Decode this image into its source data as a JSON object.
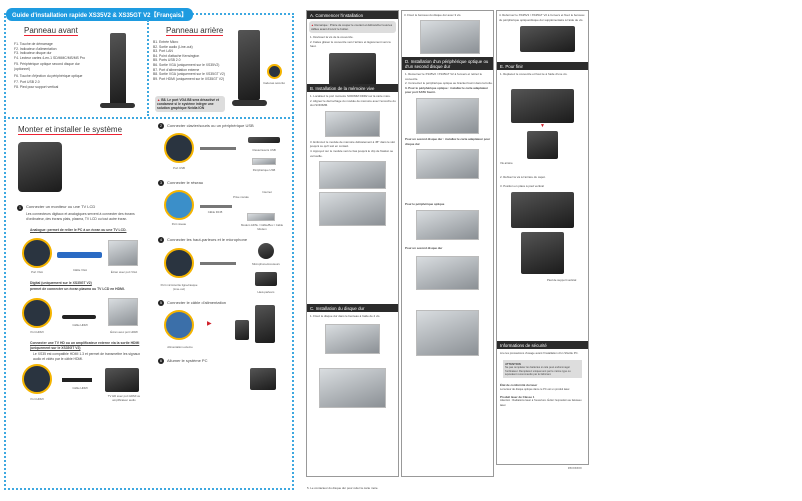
{
  "left": {
    "title": "Guide d'installation rapide XS35V2 & XS35GT V2【Français】",
    "front": {
      "heading": "Panneau avant",
      "items": [
        "F1. Touche de démarrage",
        "F2. Indicateur d'alimentation",
        "F3. Indicateur disque dur",
        "F4. Lecteur cartes 4-en-1 SD/MMC/MS/MS Pro",
        "F5. Périphérique optique second disque dur (optionnel)",
        "F6. Touche d'éjection du périphérique optique",
        "F7. Port USB 2.0",
        "F8. Pied pour support vertical"
      ]
    },
    "rear": {
      "heading": "Panneau arrière",
      "items": [
        "B1. Entrée Micro",
        "B2. Sortie audio (Line-out)",
        "B3. Port LAN",
        "B4. Point d'attache Kensington",
        "B5. Ports USB 2.0",
        "B6. Sortie VGA (uniquement sur le XS35V2)",
        "B7. Port d'alimentation externe",
        "B8. Sortie VGA (uniquement sur le XS35GT V2)",
        "B9. Port HDMI (uniquement sur le XS35GT V2)"
      ],
      "warning": "B8. Le port VGA B8 sera désactivé et condamné si le système intègre une solution graphique Nvidia ION",
      "lock_caption": "Cadenas sécurité"
    },
    "mount": {
      "heading": "Monter et installer le système",
      "step1": {
        "num": "1",
        "title": "Connecter un moniteur ou une TV LCD",
        "text": "Les connecteurs digitaux et analogiques servent à connecter des écrans d'ordinateur, des écrans plats, plasma, TV LCD ou tout autre écran.",
        "analog": "Analogue: permet de relier le PC à un écran ou une TV LCD.",
        "analog_caps": [
          "Port VGA",
          "Câble VGA",
          "Écran avec port VGA"
        ],
        "digital": "Digital (uniquement sur le XS35GT V2)",
        "digital_sub": "permet de connecter un écran plasma ou TV LCD en HDMI.",
        "digital_caps": [
          "Port HDMI",
          "Câble HDMI",
          "Écran avec port HDMI"
        ],
        "tv": "Connecter une TV HD ou un amplificateur externe via la sortie HDMI (uniquement sur le XS35GT V2)",
        "tv_text": "Le XS35 est compatible HDMI 1.3 et permet de transmettre les signaux audio et vidéo par le câble HDMI.",
        "tv_caps": [
          "Port HDMI",
          "Câble HDMI",
          "TV HD avec port HDMI ou amplificateur audio"
        ]
      },
      "step2": {
        "num": "2",
        "title": "Connecter clavier/souris ou un périphérique USB",
        "caps": [
          "Port USB",
          "Clavier/souris USB",
          "Périphérique USB"
        ]
      },
      "step3": {
        "num": "3",
        "title": "Connecter le réseau",
        "caps": [
          "Port réseau",
          "Câble RJ45",
          "Prise murale",
          "Internet",
          "Modem ADSL / Câble/Box / Cable Modem"
        ]
      },
      "step4": {
        "num": "4",
        "title": "Connecter les haut-parleurs et le microphone",
        "caps": [
          "Port micro/sortie ligne/casque (Line-out)",
          "Microphone/écouteurs",
          "Haut-parleurs"
        ]
      },
      "step5": {
        "num": "5",
        "title": "Connecter le câble d'alimentation",
        "caps": [
          "Alimentation externe"
        ]
      },
      "step6": {
        "num": "6",
        "title": "Allumer le système PC"
      }
    }
  },
  "right": {
    "A": {
      "heading": "A. Commencer l'installation",
      "warning": "Remarque : Prière de couper le courant et débrancher tous les câbles avant d'ouvrir le boîtier.",
      "steps": [
        "1. Dévissez la vis de la couvercle.",
        "2. Faites glisser le couvercle vers l'arrière et légèrement vers le haut."
      ]
    },
    "B": {
      "heading": "B. Installation de la mémoire vive",
      "steps": [
        "1. Localisez le port mémoire SODIMM DDR2 sur la carte mère.",
        "2. Alignez le décrochage du module de mémoire avec l'encoche du slot SODIMM.",
        "3. Enfoncez le module de mémoire délicatement à 45° dans le slot jusqu'à ce qu'il soit en contact.",
        "4. Appuyez sur le module vers le bas jusqu'à le clip de fixation se verrouille."
      ]
    },
    "C": {
      "heading": "C. Installation du disque dur",
      "steps": [
        "1. Fixez le disque dur dans le berceau à l'aide de 4 vis."
      ],
      "footer": "5. Le contacteur du disque dur pour relier la carte mère."
    },
    "col2": {
      "step": "3. Fixez le berceau du disque dur avec 3 vis.",
      "D": {
        "heading": "D. Installation d'un périphérique optique ou d'un second disque dur",
        "steps": [
          "1. Retournez le XS35V2 / XS35GT V2 à l'envers et retirez le couvercle.",
          "2. Connectez le périphérique optique au bracket fourni dans la boîte.",
          "3. Pour le périphérique optique : installez le carte adaptateur pour port SATA fourni."
        ],
        "note": "Pour un second disque dur : installez le carte adaptateur pour disque dur",
        "labels": [
          "Pour le périphérique optique",
          "Pour un second disque dur"
        ]
      }
    },
    "col3": {
      "step": "4. Refermez le XS35V2 / XS35GT V2 à l'envers et fixez le berceau du périphérique optique/disque dur supplémentaire à l'aide de vis.",
      "E": {
        "heading": "E. Pour finir",
        "steps": [
          "1. Replacez le couvercle et fixez-le à l'aide d'une vis.",
          "2. Refixez la vis à l'arrière du capot.",
          "3. Position en place à pied vertical"
        ],
        "labels": [
          "Vis arrière",
          "Pied de support vertical"
        ]
      },
      "info": {
        "heading": "Informations de sécurité",
        "intro": "Lire les précautions d'usage avant l'installation d'un Shuttle PC.",
        "attention_title": "ATTENTION",
        "attention": "Ne pas remplacer les batteries si cela peut endommager l'ordinateur. Remplacez uniquement par le même type ou équivalent recommandé par le fabricant.",
        "sub1": "État de conformité du laser",
        "sub1_text": "Le lecteur de disque optique dans ce PC est un produit laser.",
        "sub2": "Produit laser de Classe 1",
        "sub2_text": "Attention : Radiations laser à l'ouverture. Éviter l'exposition au faisceau laser."
      },
      "code": "P/N:XXXXX"
    }
  }
}
